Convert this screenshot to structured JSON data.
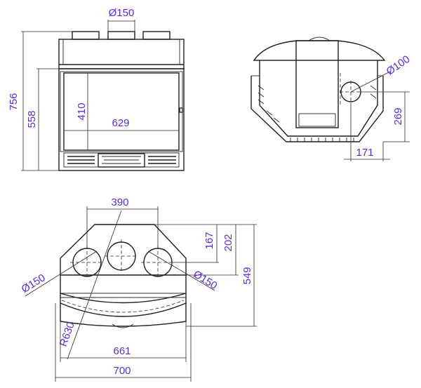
{
  "front_view": {
    "flue_diameter": "Ø150",
    "total_height": "756",
    "door_height": "558",
    "glass_height": "410",
    "glass_width": "629"
  },
  "side_view": {
    "spigot_diameter": "Ø100",
    "spigot_height": "269",
    "spigot_offset": "171"
  },
  "top_view": {
    "flue_spacing": "390",
    "depth_to_flue_center": "167",
    "depth_to_flue_edge": "202",
    "total_depth": "549",
    "left_flue_diameter": "Ø150",
    "right_flue_diameter": "Ø150",
    "glass_radius": "R630",
    "glass_width": "661",
    "total_width": "700"
  },
  "colors": {
    "dimension_text": "#5b2bd6",
    "line": "#1f1f1f"
  }
}
